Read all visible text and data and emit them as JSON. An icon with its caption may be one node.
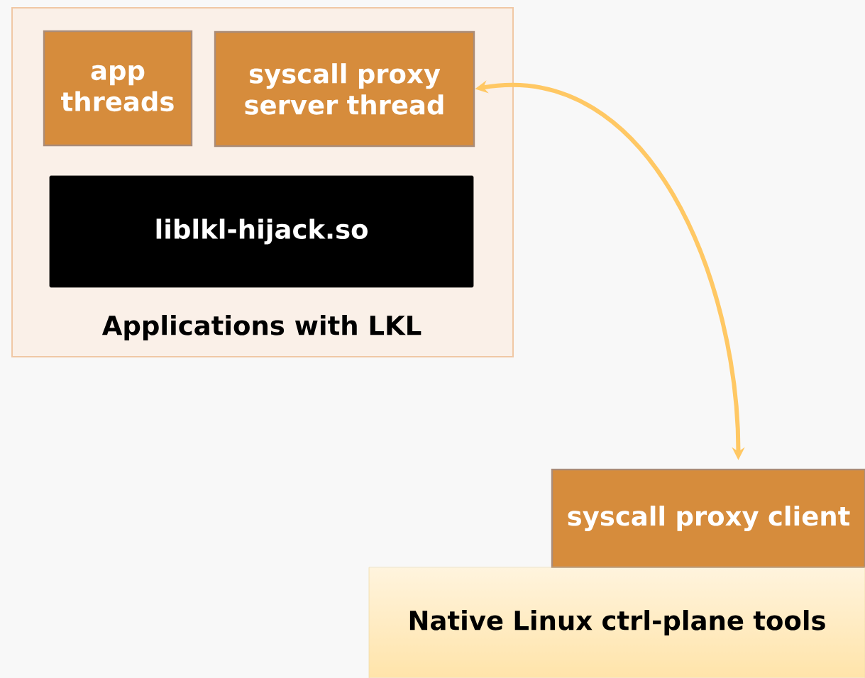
{
  "diagram": {
    "nodes": [
      {
        "text": [
          "Applications with LKL"
        ]
      },
      {
        "text": [
          "app threads"
        ],
        "in": 0
      },
      {
        "text": [
          "syscall proxy server thread"
        ],
        "in": 0
      },
      {
        "text": [
          "liblkl-hijack.so"
        ],
        "in": 0
      },
      {
        "text": [
          "syscall proxy client"
        ]
      },
      {
        "text": [
          "Native Linux ctrl-plane tools"
        ]
      }
    ],
    "edges": [
      {
        "from": 2,
        "to": 4,
        "arrow": "both"
      }
    ]
  }
}
